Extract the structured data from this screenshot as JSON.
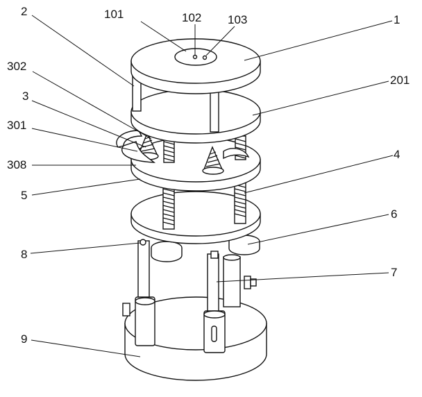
{
  "figure": {
    "labels": [
      {
        "id": "label-101",
        "text": "101"
      },
      {
        "id": "label-102",
        "text": "102"
      },
      {
        "id": "label-103",
        "text": "103"
      },
      {
        "id": "label-1",
        "text": "1"
      },
      {
        "id": "label-2",
        "text": "2"
      },
      {
        "id": "label-201",
        "text": "201"
      },
      {
        "id": "label-302",
        "text": "302"
      },
      {
        "id": "label-3",
        "text": "3"
      },
      {
        "id": "label-301",
        "text": "301"
      },
      {
        "id": "label-308",
        "text": "308"
      },
      {
        "id": "label-4",
        "text": "4"
      },
      {
        "id": "label-5",
        "text": "5"
      },
      {
        "id": "label-6",
        "text": "6"
      },
      {
        "id": "label-8",
        "text": "8"
      },
      {
        "id": "label-7",
        "text": "7"
      },
      {
        "id": "label-9",
        "text": "9"
      }
    ]
  }
}
